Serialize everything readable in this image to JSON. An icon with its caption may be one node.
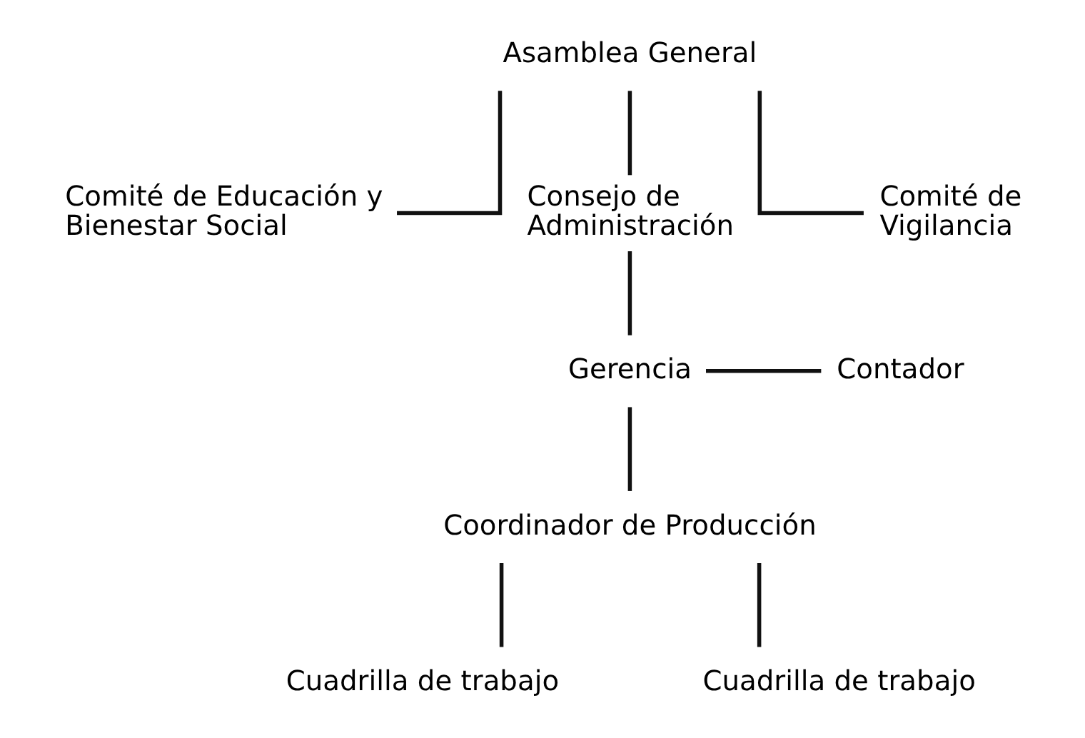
{
  "diagram": {
    "nodes": [
      {
        "text": [
          "Asamblea General"
        ]
      },
      {
        "text": [
          "Comité de Educación y Bienestar Social"
        ]
      },
      {
        "text": [
          "Consejo de Administración"
        ]
      },
      {
        "text": [
          "Comité de Vigilancia"
        ]
      },
      {
        "text": [
          "Gerencia"
        ]
      },
      {
        "text": [
          "Contador"
        ]
      },
      {
        "text": [
          "Coordinador de Producción"
        ]
      },
      {
        "text": [
          "Cuadrilla de trabajo"
        ]
      },
      {
        "text": [
          "Cuadrilla de trabajo"
        ]
      }
    ],
    "edges": [
      {
        "from": 0,
        "to": 1,
        "arrow": "none"
      },
      {
        "from": 0,
        "to": 2,
        "arrow": "none"
      },
      {
        "from": 0,
        "to": 3,
        "arrow": "none"
      },
      {
        "from": 2,
        "to": 4,
        "arrow": "none"
      },
      {
        "from": 4,
        "to": 5,
        "arrow": "none"
      },
      {
        "from": 4,
        "to": 6,
        "arrow": "none"
      },
      {
        "from": 6,
        "to": 7,
        "arrow": "none"
      },
      {
        "from": 6,
        "to": 8,
        "arrow": "none"
      }
    ]
  }
}
